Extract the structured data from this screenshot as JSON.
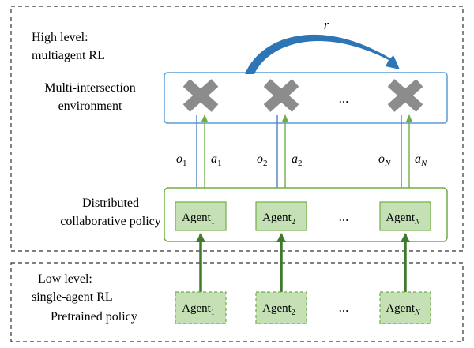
{
  "high_level": {
    "title_line1": "High level:",
    "title_line2": "multiagent RL"
  },
  "environment": {
    "label_line1": "Multi-intersection",
    "label_line2": "environment",
    "reward_symbol": "r",
    "ellipsis": "..."
  },
  "observations": [
    {
      "symbol": "o",
      "subscript": "1"
    },
    {
      "symbol": "o",
      "subscript": "2"
    },
    {
      "symbol": "o",
      "subscript": "N"
    }
  ],
  "actions": [
    {
      "symbol": "a",
      "subscript": "1"
    },
    {
      "symbol": "a",
      "subscript": "2"
    },
    {
      "symbol": "a",
      "subscript": "N"
    }
  ],
  "policy": {
    "label_line1": "Distributed",
    "label_line2": "collaborative policy",
    "ellipsis": "..."
  },
  "agents": [
    {
      "name": "Agent",
      "subscript": "1"
    },
    {
      "name": "Agent",
      "subscript": "2"
    },
    {
      "name": "Agent",
      "subscript": "N"
    }
  ],
  "low_level": {
    "title_line1": "Low level:",
    "title_line2": "single-agent RL",
    "pretrained_label": "Pretrained policy",
    "ellipsis": "..."
  },
  "pretrained_agents": [
    {
      "name": "Agent",
      "subscript": "1"
    },
    {
      "name": "Agent",
      "subscript": "2"
    },
    {
      "name": "Agent",
      "subscript": "N"
    }
  ],
  "colors": {
    "env_border": "#5b9bd5",
    "policy_border": "#70ad47",
    "agent_fill": "#c5e0b4",
    "agent_border": "#70ad47",
    "obs_arrow": "#4f81bd",
    "act_arrow": "#70ad47",
    "reward_arrow": "#2e75b6",
    "pretrain_arrow": "#3f7a2a",
    "intersection": "#8c8c8c"
  }
}
